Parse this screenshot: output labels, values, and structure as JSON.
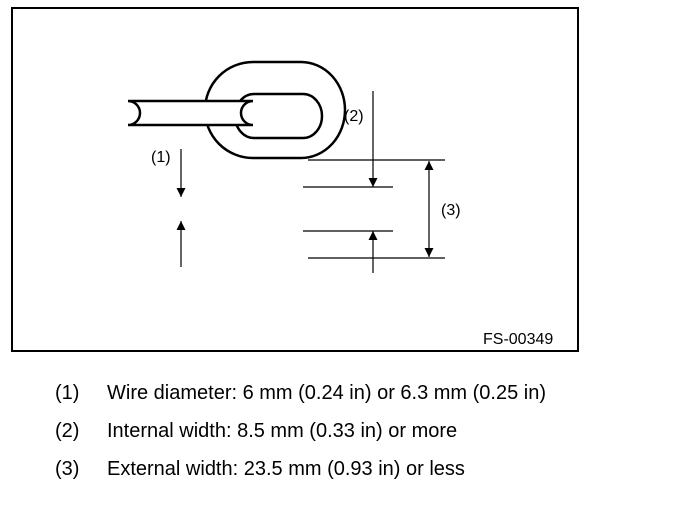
{
  "figure": {
    "id": "FS-00349",
    "callouts": {
      "c1": "(1)",
      "c2": "(2)",
      "c3": "(3)"
    }
  },
  "legend": [
    {
      "num": "(1)",
      "text": "Wire diameter: 6 mm (0.24 in) or 6.3 mm (0.25 in)"
    },
    {
      "num": "(2)",
      "text": "Internal width: 8.5 mm (0.33 in) or more"
    },
    {
      "num": "(3)",
      "text": "External width: 23.5 mm (0.93 in) or less"
    }
  ]
}
